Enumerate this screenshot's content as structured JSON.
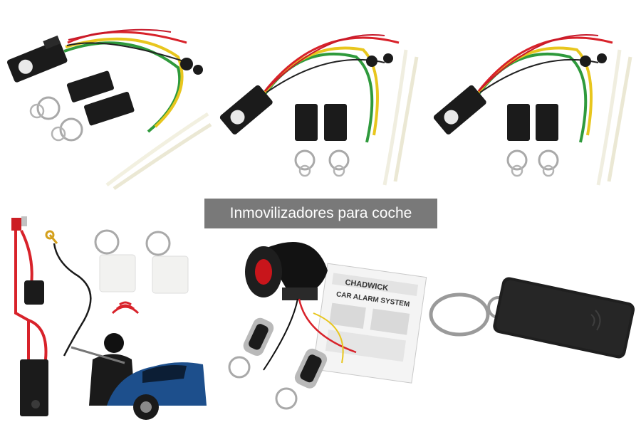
{
  "caption": {
    "text": "Inmovilizadores para coche"
  },
  "products": [
    {
      "name": "product-immobilizer-kit-1"
    },
    {
      "name": "product-immobilizer-kit-2"
    },
    {
      "name": "product-immobilizer-kit-3"
    },
    {
      "name": "product-relay-with-rfid-tags"
    },
    {
      "name": "product-car-alarm-siren-kit",
      "box_brand": "CHADWICK",
      "box_title": "CAR ALARM SYSTEM"
    },
    {
      "name": "product-rfid-keyfob"
    }
  ],
  "colors": {
    "wire_red": "#d8222a",
    "wire_yellow": "#e8c61e",
    "wire_green": "#2f9a3c",
    "module_black": "#1b1b1b",
    "caption_bg": "#6e6e6e",
    "siren_red": "#c8151b"
  },
  "icons": [
    "wireless-signal-icon",
    "key-ring-icon",
    "siren-icon",
    "car-icon",
    "thief-icon"
  ]
}
